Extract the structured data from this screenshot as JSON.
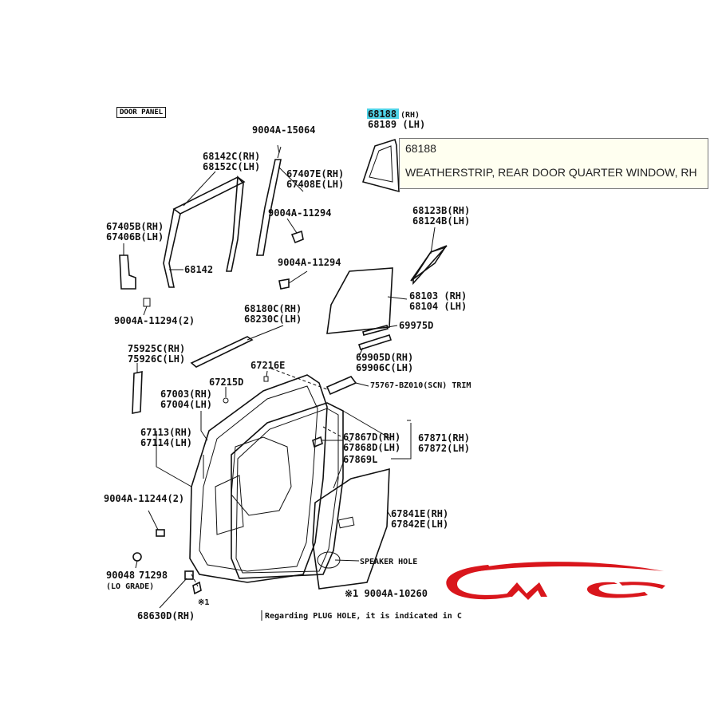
{
  "tooltip": {
    "code": "68188",
    "description": "WEATHERSTRIP, REAR DOOR QUARTER WINDOW, RH"
  },
  "door_panel_tag": "DOOR PANEL",
  "labels": {
    "l68188": "68188",
    "l68188_rh": "(RH)",
    "l68189": "68189 (LH)",
    "l9004a_15064": "9004A-15064",
    "l68142c": "68142C(RH)",
    "l68152c": "68152C(LH)",
    "l67407e": "67407E(RH)",
    "l67408e": "67408E(LH)",
    "l9004a_11294a": "9004A-11294",
    "l9004a_11294b": "9004A-11294",
    "l67405b": "67405B(RH)",
    "l67406b": "67406B(LH)",
    "l68142": "68142",
    "l9004a_11294_2": "9004A-11294(2)",
    "l68123b": "68123B(RH)",
    "l68124b": "68124B(LH)",
    "l68103": "68103 (RH)",
    "l68104": "68104 (LH)",
    "l69975d": "69975D",
    "l68180c": "68180C(RH)",
    "l68230c": "68230C(LH)",
    "l69905d": "69905D(RH)",
    "l69906c": "69906C(LH)",
    "l75925c": "75925C(RH)",
    "l75926c": "75926C(LH)",
    "l67216e": "67216E",
    "l67215d": "67215D",
    "l75767": "75767-BZ010(SCN) TRIM",
    "l67003": "67003(RH)",
    "l67004": "67004(LH)",
    "l67113": "67113(RH)",
    "l67114": "67114(LH)",
    "l67867d": "67867D(RH)",
    "l67868d": "67868D(LH)",
    "l67871": "67871(RH)",
    "l67872": "67872(LH)",
    "l67869l": "67869L",
    "l9004a_11244": "9004A-11244(2)",
    "l67841e": "67841E(RH)",
    "l67842e": "67842E(LH)",
    "l90048": "90048",
    "l71298": "71298",
    "l_lograde": "(LO GRADE)",
    "l_speaker": "SPEAKER HOLE",
    "l_star1": "※1",
    "l_9004a_10260": "※1 9004A-10260",
    "l68630d": "68630D(RH)",
    "l_plug": "Regarding PLUG HOLE, it is indicated in C"
  },
  "logo": {
    "text": "CMC",
    "color": "#d9161c"
  }
}
